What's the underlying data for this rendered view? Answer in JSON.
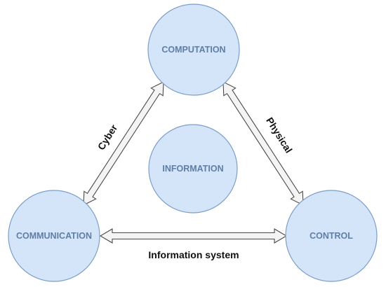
{
  "diagram": {
    "nodes": {
      "computation": "COMPUTATION",
      "information": "INFORMATION",
      "communication": "COMMUNICATION",
      "control": "CONTROL"
    },
    "edges": {
      "cyber": "Cyber",
      "physical": "Physical",
      "information_system": "Information system"
    }
  },
  "colors": {
    "node_fill": "#d5e5f9",
    "node_stroke": "#7b9ec7",
    "node_text": "#5f7ea6",
    "arrow_fill": "#f4f4f4",
    "arrow_stroke": "#4a4a4a"
  }
}
